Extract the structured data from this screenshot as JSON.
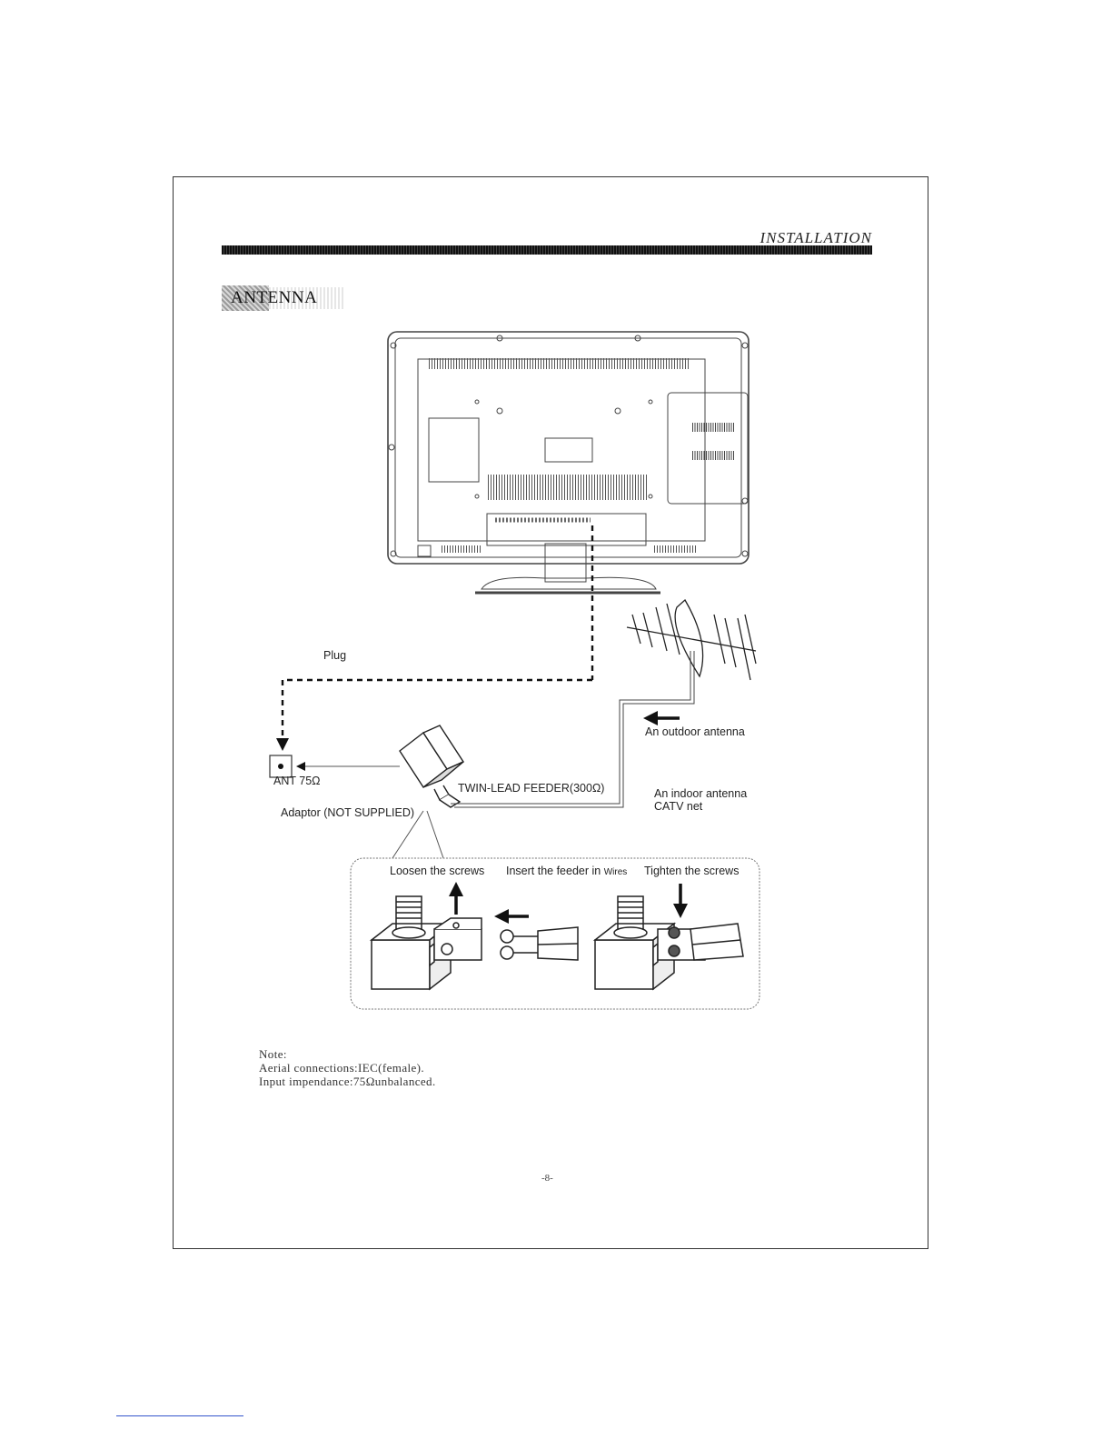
{
  "header": {
    "section_title": "INSTALLATION",
    "antenna_heading": "ANTENNA"
  },
  "diagram": {
    "plug_label": "Plug",
    "outdoor_antenna_label": "An outdoor antenna",
    "ant_label": "ANT 75Ω",
    "feeder_label": "TWIN-LEAD FEEDER(300Ω)",
    "indoor_antenna_label": "An indoor antenna",
    "catv_label": "CATV net",
    "adaptor_label": "Adaptor (NOT SUPPLIED)",
    "steps": {
      "loosen": "Loosen the screws",
      "insert_prefix": "Insert the feeder in",
      "insert_small": "Wires",
      "tighten": "Tighten the screws"
    }
  },
  "note": {
    "title": "Note:",
    "line1": "Aerial connections:IEC(female).",
    "line2": "Input impendance:75Ωunbalanced."
  },
  "footer": {
    "page_number": "-8-"
  }
}
